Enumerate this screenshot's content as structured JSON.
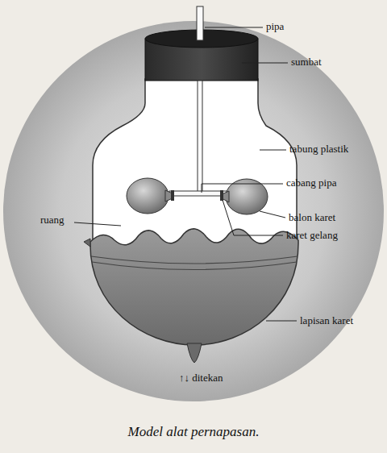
{
  "diagram": {
    "caption": "Model alat pernapasan.",
    "labels": [
      "pipa",
      "sumbat",
      "tabung plastik",
      "cabang pipa",
      "balon karet",
      "karet gelang",
      "ruang",
      "lapisan karet",
      "↑↓ ditekan"
    ]
  }
}
